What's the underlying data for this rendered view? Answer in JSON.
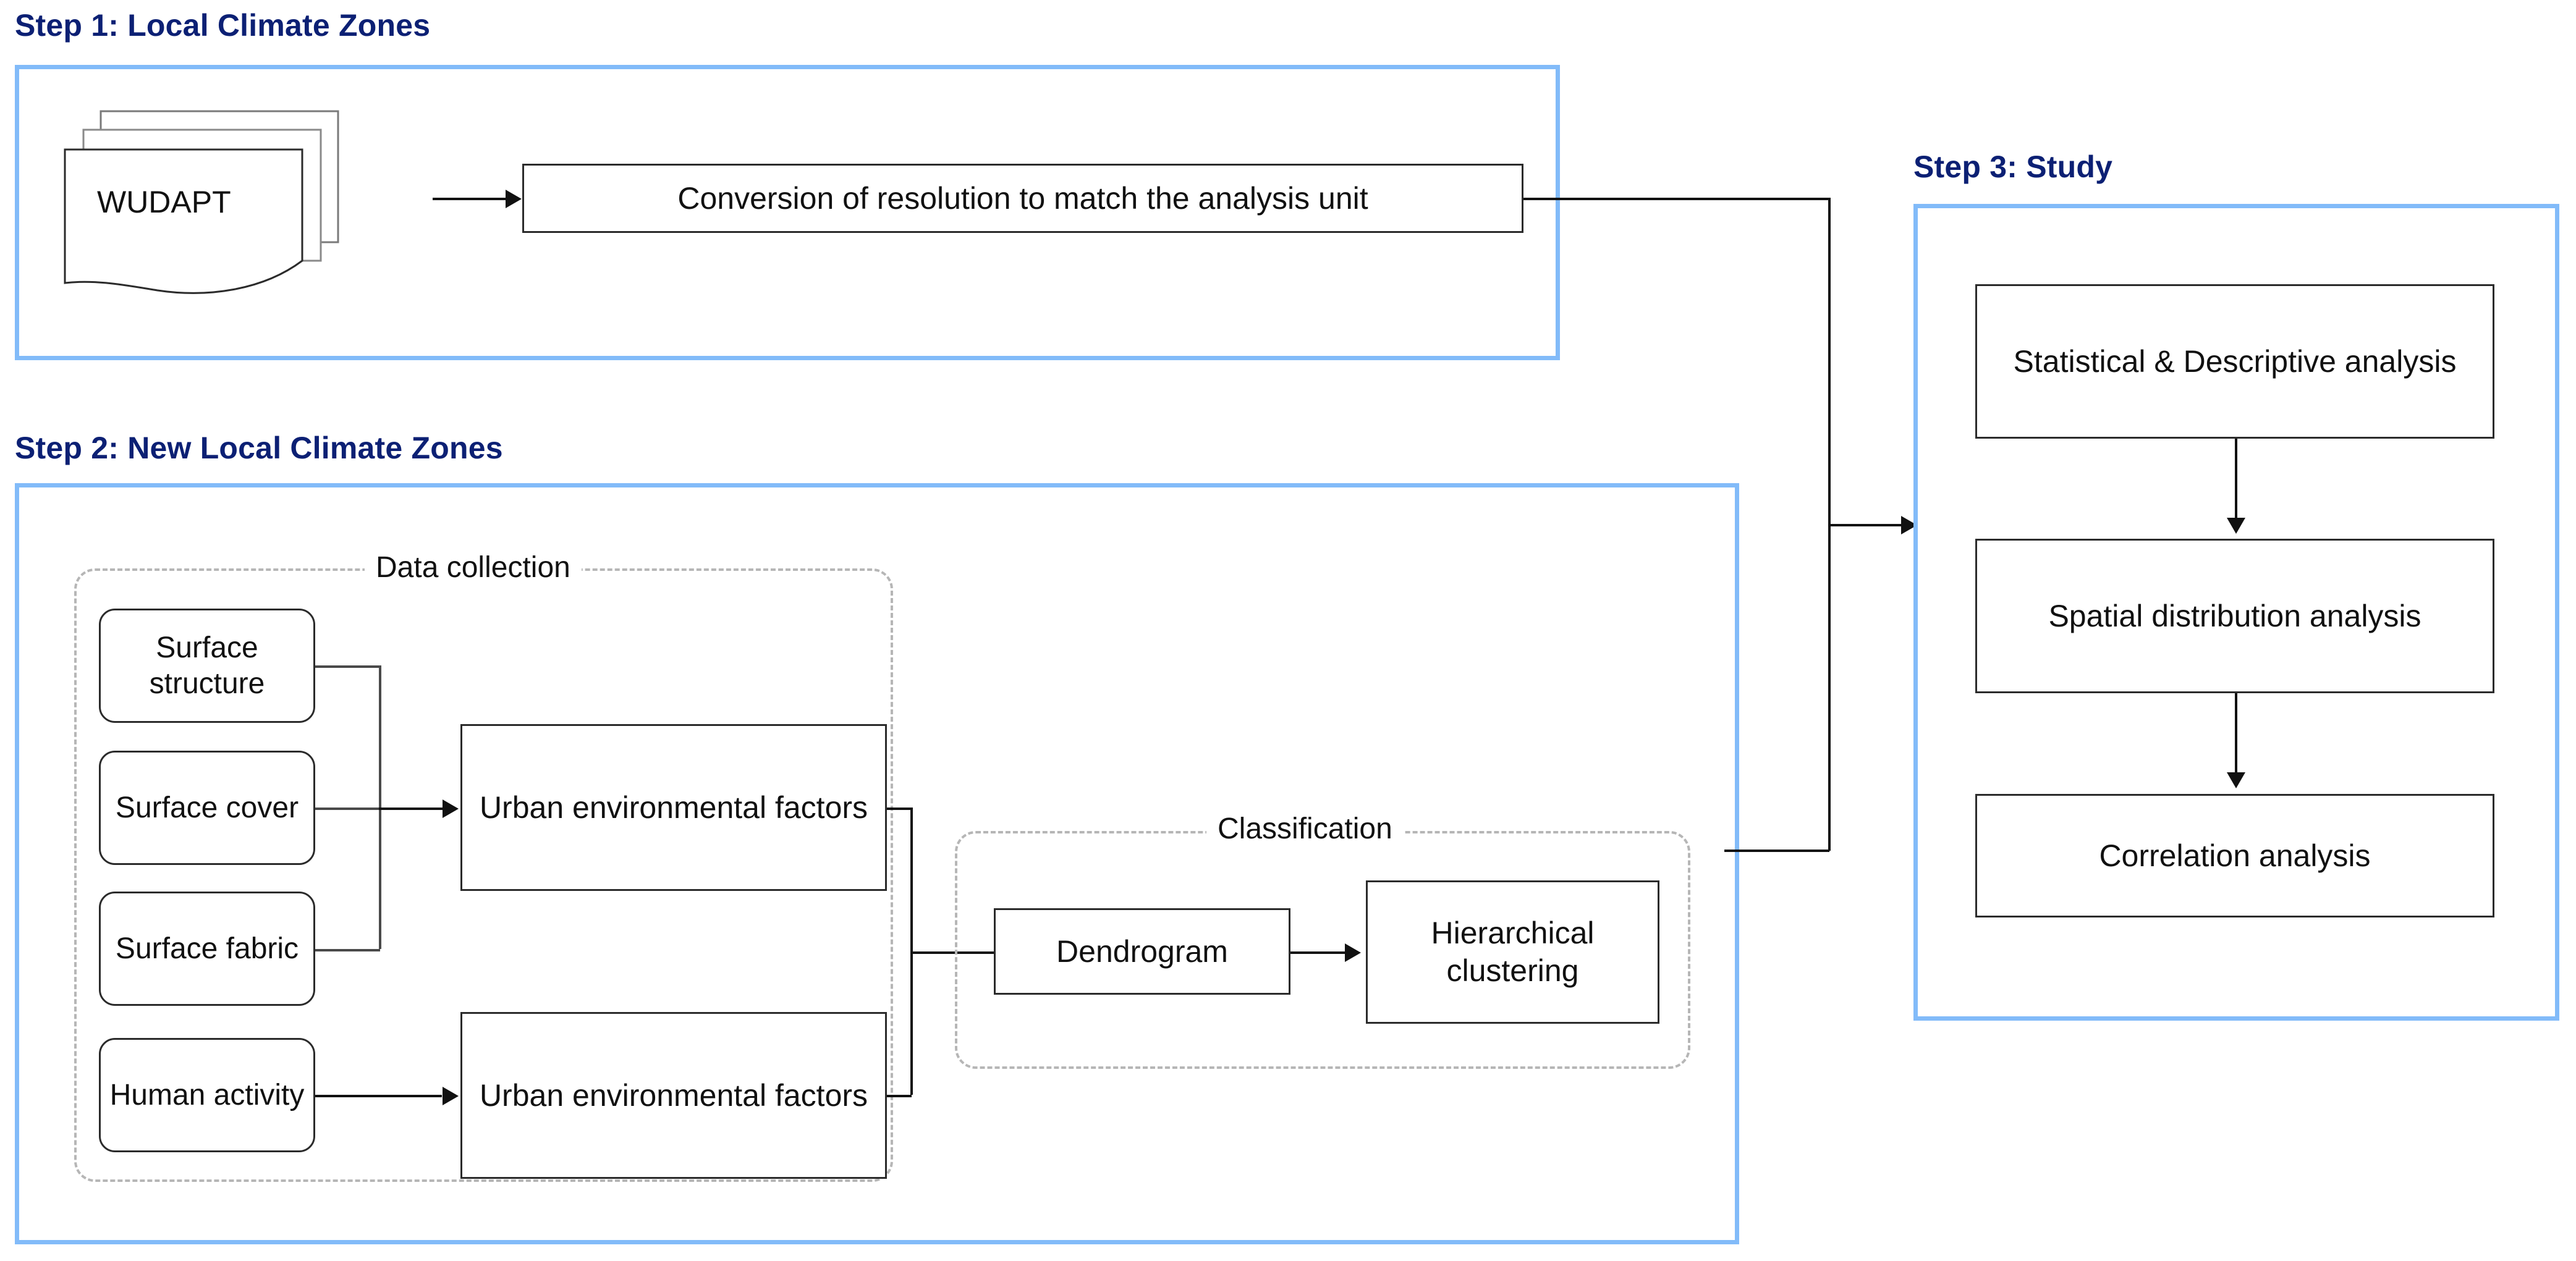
{
  "diagram": {
    "title_color": "#0C2074",
    "panel_border_color": "#82BBF9",
    "line_color": "#111111"
  },
  "step1": {
    "title": "Step 1: Local Climate Zones",
    "source_label": "WUDAPT",
    "process_label": "Conversion of resolution to match the analysis unit"
  },
  "step2": {
    "title": "Step 2: New Local Climate Zones",
    "data_collection_label": "Data collection",
    "classification_label": "Classification",
    "inputs": [
      {
        "label": "Surface\nstructure"
      },
      {
        "label": "Surface\ncover"
      },
      {
        "label": "Surface\nfabric"
      },
      {
        "label": "Human\nactivity"
      }
    ],
    "input_1": "Surface structure",
    "input_2": "Surface cover",
    "input_3": "Surface fabric",
    "input_4": "Human activity",
    "factors_top": "Urban environmental factors",
    "factors_bottom": "Urban environmental factors",
    "dendrogram_label": "Dendrogram",
    "clustering_label": "Hierarchical clustering"
  },
  "step3": {
    "title": "Step 3: Study",
    "analyses": [
      {
        "label": "Statistical & Descriptive analysis"
      },
      {
        "label": "Spatial distribution analysis"
      },
      {
        "label": "Correlation analysis"
      }
    ],
    "analysis_1": "Statistical & Descriptive analysis",
    "analysis_2": "Spatial distribution analysis",
    "analysis_3": "Correlation analysis"
  }
}
